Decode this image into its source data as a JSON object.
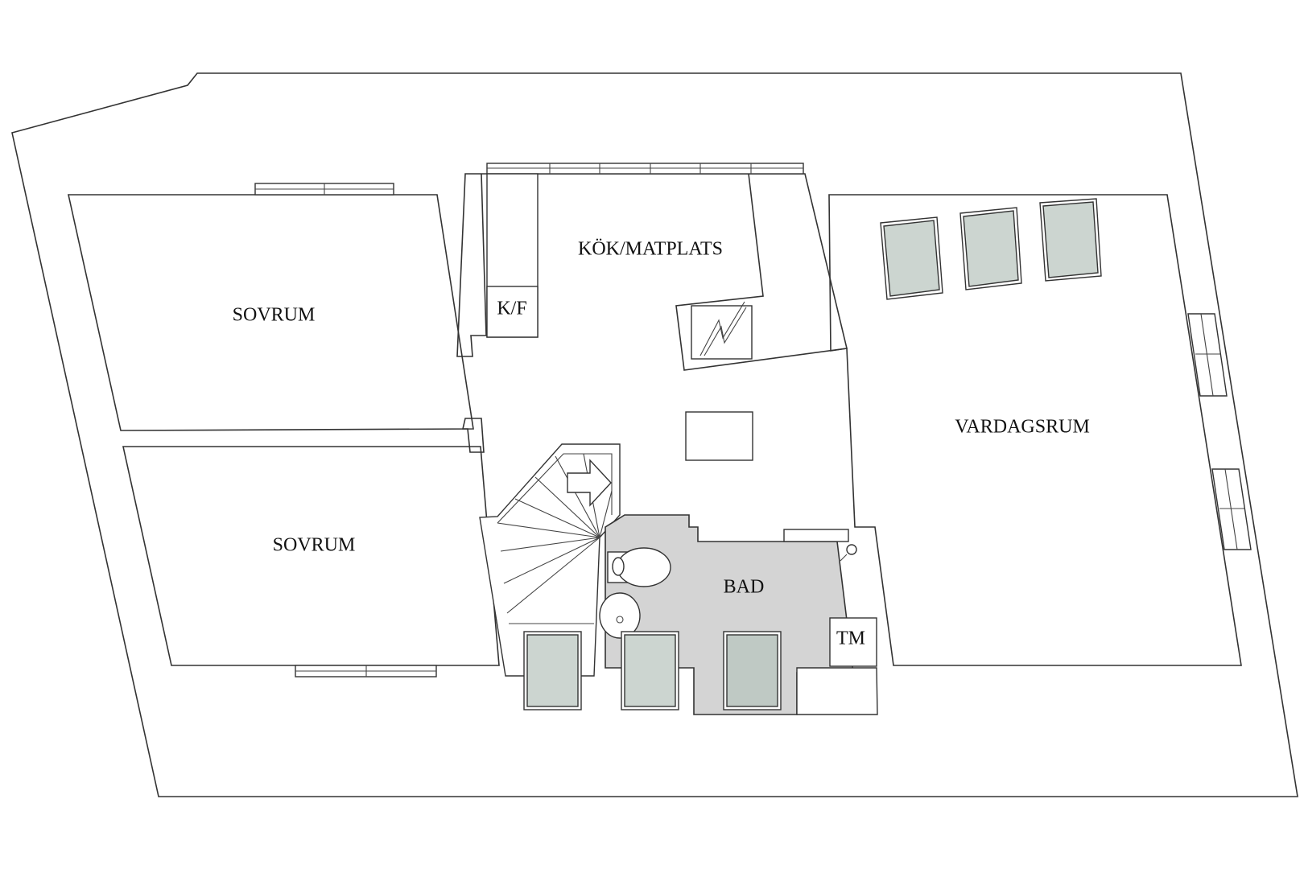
{
  "rooms": {
    "sovrum_top": "SOVRUM",
    "sovrum_bottom": "SOVRUM",
    "kok": "KÖK/MATPLATS",
    "kf": "K/F",
    "vardagsrum": "VARDAGSRUM",
    "bad": "BAD",
    "tm": "TM"
  },
  "colors": {
    "glass": "#ccd5d0",
    "bathroom": "#d4d4d4",
    "line": "#333333"
  }
}
